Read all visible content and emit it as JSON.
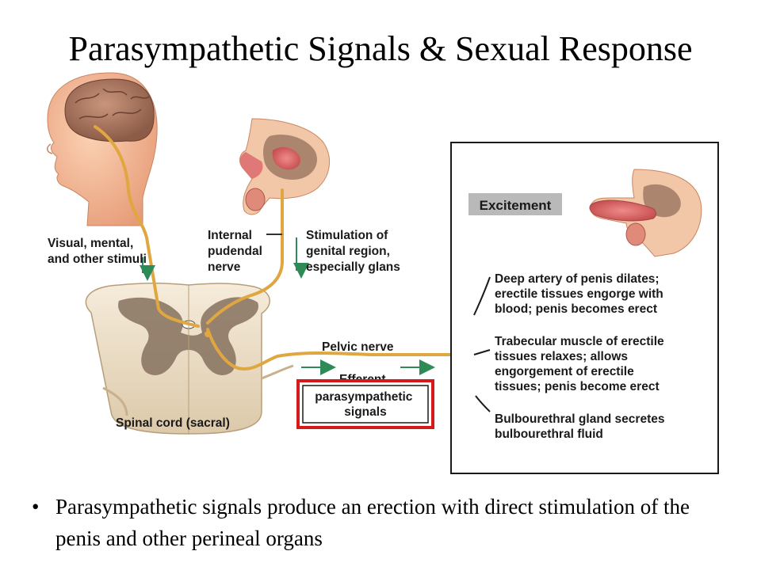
{
  "slide": {
    "title": "Parasympathetic Signals & Sexual Response",
    "bullet_symbol": "•",
    "bullet_text": "Parasympathetic signals produce an erection with direct stimulation of the penis and other perineal organs"
  },
  "diagram": {
    "stimuli_label": [
      "Visual, mental,",
      "and other stimuli"
    ],
    "pudendal_label": [
      "Internal",
      "pudendal",
      "nerve"
    ],
    "stimulation_label": [
      "Stimulation of",
      "genital region,",
      "especially glans"
    ],
    "spinal_cord_label": "Spinal cord (sacral)",
    "pelvic_nerve_label": "Pelvic nerve",
    "efferent_label": "Efferent",
    "signals_box_label": [
      "parasympathetic",
      "signals"
    ],
    "excitement_label": "Excitement",
    "effects": [
      [
        "Deep artery of penis dilates;",
        "erectile tissues engorge with",
        "blood; penis becomes erect"
      ],
      [
        "Trabecular muscle of erectile",
        "tissues relaxes; allows",
        "engorgement of erectile",
        "tissues; penis become erect"
      ],
      [
        "Bulbourethral gland secretes",
        "bulbourethral fluid"
      ]
    ],
    "colors": {
      "nerve": "#e0a640",
      "arrow_green": "#2e8b57",
      "highlight_border": "#d41a1a",
      "excitement_bg": "#b9b9b9",
      "cord_grey": "#8b7764",
      "cord_light": "#efe3cf",
      "skin": "#f3b38e",
      "brain": "#b0806a"
    }
  }
}
